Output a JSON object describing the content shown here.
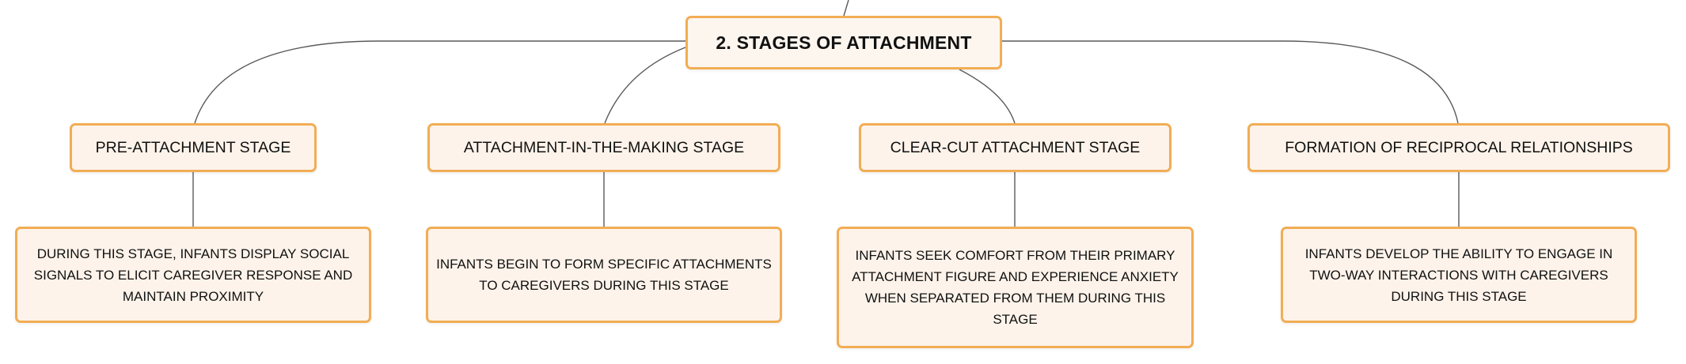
{
  "root": {
    "title": "2. STAGES OF ATTACHMENT"
  },
  "stages": [
    {
      "title": "PRE-ATTACHMENT STAGE",
      "description": "DURING THIS STAGE, INFANTS DISPLAY SOCIAL SIGNALS TO ELICIT CAREGIVER RESPONSE AND MAINTAIN PROXIMITY"
    },
    {
      "title": "ATTACHMENT-IN-THE-MAKING STAGE",
      "description": "INFANTS BEGIN TO FORM SPECIFIC ATTACHMENTS TO CAREGIVERS DURING THIS STAGE"
    },
    {
      "title": "CLEAR-CUT ATTACHMENT STAGE",
      "description": "INFANTS SEEK COMFORT FROM THEIR PRIMARY ATTACHMENT FIGURE AND EXPERIENCE ANXIETY WHEN SEPARATED FROM THEM DURING THIS STAGE"
    },
    {
      "title": "FORMATION OF RECIPROCAL RELATIONSHIPS",
      "description": "INFANTS DEVELOP THE ABILITY TO ENGAGE IN TWO-WAY INTERACTIONS WITH CAREGIVERS DURING THIS STAGE"
    }
  ],
  "colors": {
    "node_border": "#f2ad54",
    "node_fill": "#fdf3ea",
    "connector": "#555555",
    "text": "#111111"
  }
}
